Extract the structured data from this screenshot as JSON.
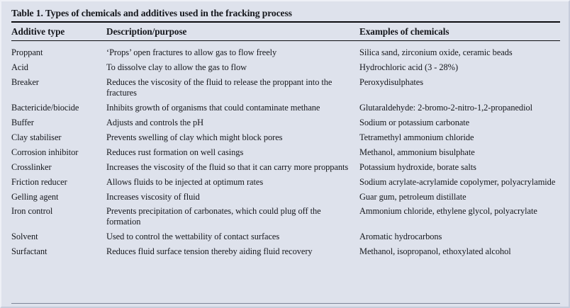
{
  "figure": {
    "title": "Table 1. Types of chemicals and additives used in the fracking process",
    "background_color": "#dee2ec",
    "rule_color": "#0b0c10",
    "text_color": "#15171c"
  },
  "table": {
    "columns": [
      {
        "key": "additive_type",
        "header": "Additive type"
      },
      {
        "key": "description",
        "header": "Description/purpose"
      },
      {
        "key": "examples",
        "header": "Examples of chemicals"
      }
    ],
    "rows": [
      {
        "additive_type": "Proppant",
        "description": "‘Props’ open fractures to allow gas to flow freely",
        "examples": "Silica sand, zirconium oxide, ceramic beads"
      },
      {
        "additive_type": "Acid",
        "description": "To dissolve clay to allow the gas to flow",
        "examples": "Hydrochloric acid (3 - 28%)"
      },
      {
        "additive_type": "Breaker",
        "description": "Reduces the viscosity of the fluid to release the proppant into the fractures",
        "examples": "Peroxydisulphates"
      },
      {
        "additive_type": "Bactericide/biocide",
        "description": "Inhibits growth of organisms that could contaminate methane",
        "examples": "Glutaraldehyde: 2-bromo-2-nitro-1,2-propanediol"
      },
      {
        "additive_type": "Buffer",
        "description": "Adjusts and controls the pH",
        "examples": "Sodium or potassium carbonate"
      },
      {
        "additive_type": "Clay stabiliser",
        "description": "Prevents swelling of clay which might block pores",
        "examples": "Tetramethyl ammonium chloride"
      },
      {
        "additive_type": "Corrosion inhibitor",
        "description": "Reduces rust formation on well casings",
        "examples": "Methanol, ammonium bisulphate"
      },
      {
        "additive_type": "Crosslinker",
        "description": "Increases the viscosity of the fluid so that it can carry more proppants",
        "examples": "Potassium hydroxide, borate salts"
      },
      {
        "additive_type": "Friction reducer",
        "description": "Allows fluids to be injected at optimum rates",
        "examples": "Sodium acrylate-acrylamide copolymer, polyacrylamide"
      },
      {
        "additive_type": "Gelling agent",
        "description": "Increases viscosity of fluid",
        "examples": "Guar gum, petroleum distillate"
      },
      {
        "additive_type": "Iron control",
        "description": "Prevents precipitation of carbonates, which could plug off the formation",
        "examples": "Ammonium chloride, ethylene glycol, polyacrylate"
      },
      {
        "additive_type": "Solvent",
        "description": "Used to control the wettability of contact surfaces",
        "examples": "Aromatic hydrocarbons"
      },
      {
        "additive_type": "Surfactant",
        "description": "Reduces fluid surface tension thereby aiding fluid recovery",
        "examples": "Methanol, isopropanol, ethoxylated alcohol"
      }
    ]
  }
}
